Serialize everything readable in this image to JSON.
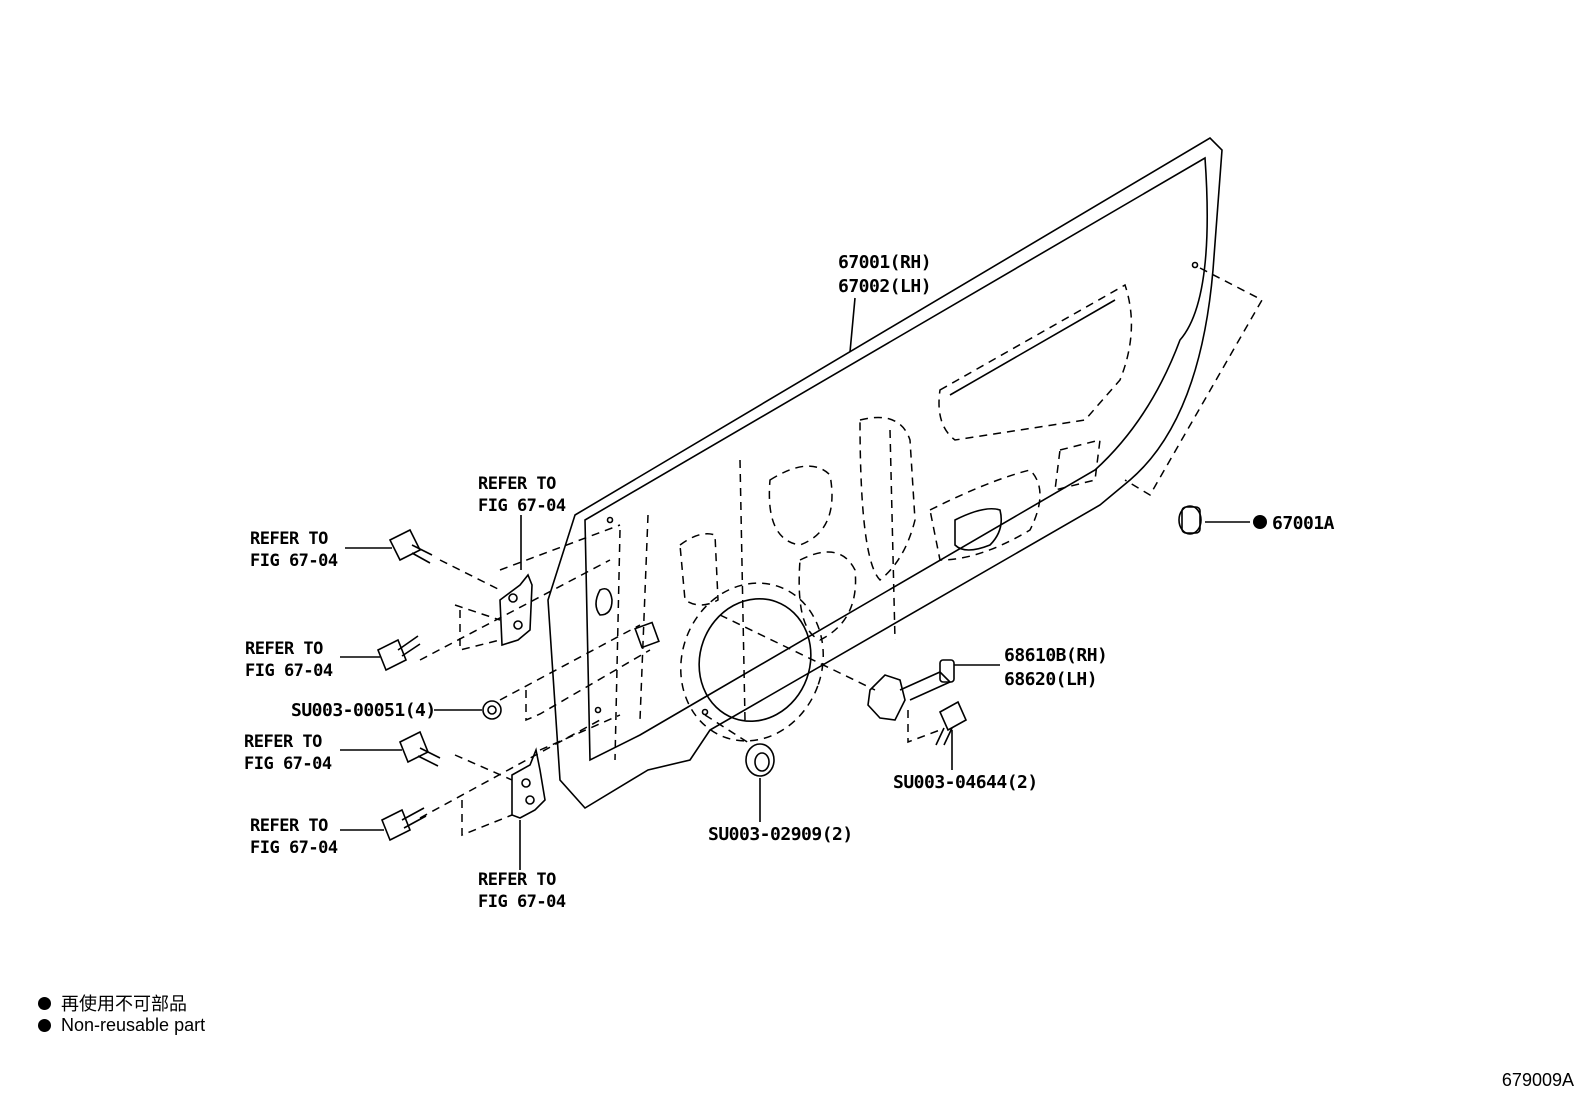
{
  "callouts": {
    "door_panel_rh": "67001(RH)",
    "door_panel_lh": "67002(LH)",
    "plug": "67001A",
    "check_rh": "68610B(RH)",
    "check_lh": "68620(LH)",
    "nut": "SU003-00051(4)",
    "check_bolt": "SU003-04644(2)",
    "hole_plug": "SU003-02909(2)"
  },
  "references": {
    "line1": "REFER TO",
    "line2": "FIG 67-04"
  },
  "legend": {
    "jp": "再使用不可部品",
    "en": "Non-reusable part"
  },
  "figure_code": "679009A"
}
